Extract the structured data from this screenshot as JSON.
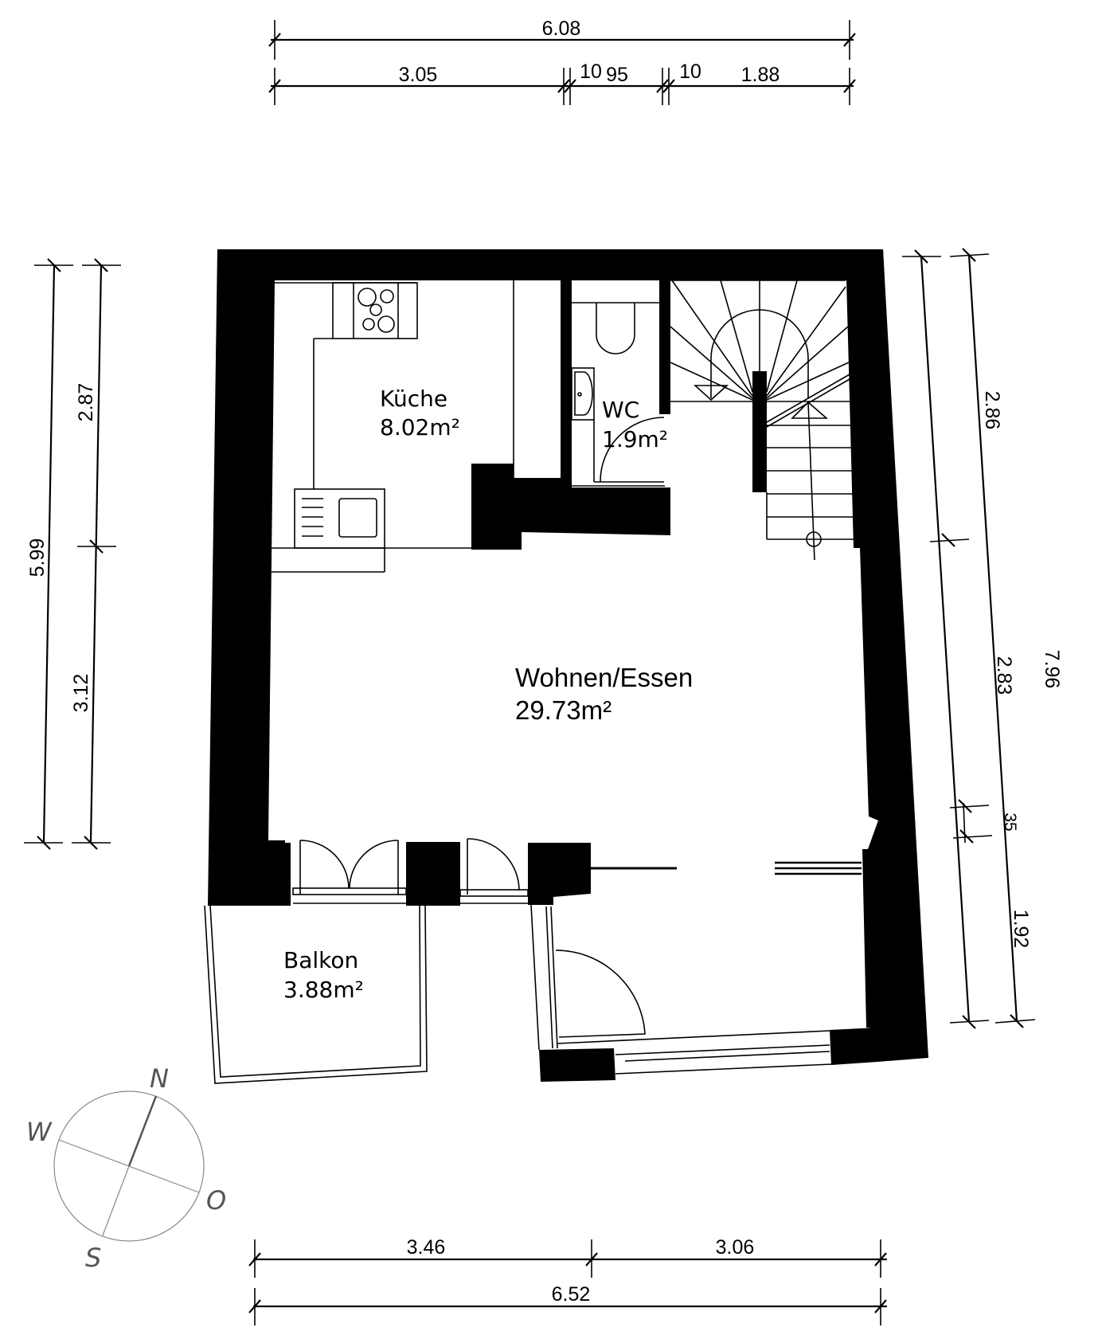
{
  "plan": {
    "rooms": [
      {
        "name": "Küche",
        "area": "8.02m²"
      },
      {
        "name": "WC",
        "area": "1.9m²"
      },
      {
        "name": "Wohnen/Essen",
        "area": "29.73m²"
      },
      {
        "name": "Balkon",
        "area": "3.88m²"
      }
    ],
    "dimensions": {
      "top_total": "6.08",
      "top_segments": [
        "3.05",
        "10",
        "95",
        "10",
        "1.88"
      ],
      "left_total": "5.99",
      "left_segments": [
        "2.87",
        "3.12"
      ],
      "right_total": "7.96",
      "right_segments": [
        "2.86",
        "2.83",
        "35",
        "1.92"
      ],
      "bottom_segments": [
        "3.46",
        "3.06"
      ],
      "bottom_total": "6.52"
    },
    "compass": {
      "n": "N",
      "w": "W",
      "o": "O",
      "s": "S"
    }
  }
}
